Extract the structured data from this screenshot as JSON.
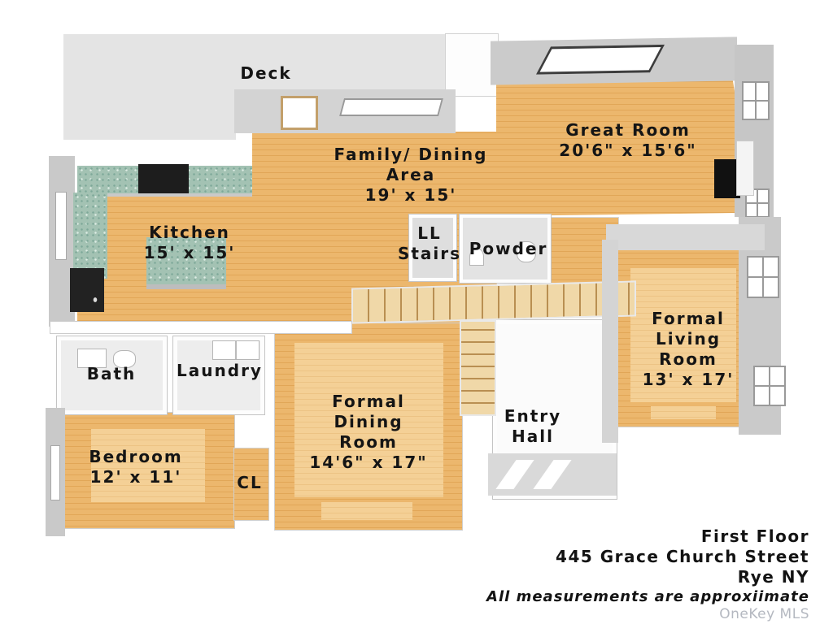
{
  "colors": {
    "wood_floor": "#ecb76d",
    "wood_floor_light": "#f4d096",
    "deck_gray": "#e4e4e4",
    "wall_gray": "#cccccc",
    "counter_granite": "#a3c2b3",
    "label_text": "#151515",
    "watermark_gray": "#b4b8c0"
  },
  "rooms": {
    "deck": {
      "name": "Deck"
    },
    "family_dining": {
      "name": "Family/ Dining",
      "name2": "Area",
      "dims": "19' x 15'"
    },
    "great_room": {
      "name": "Great Room",
      "dims": "20'6\" x 15'6\""
    },
    "kitchen": {
      "name": "Kitchen",
      "dims": "15' x 15'"
    },
    "ll_stairs": {
      "name": "LL",
      "name2": "Stairs"
    },
    "powder": {
      "name": "Powder"
    },
    "formal_living": {
      "name": "Formal",
      "name2": "Living",
      "name3": "Room",
      "dims": "13' x 17'"
    },
    "bath": {
      "name": "Bath"
    },
    "laundry": {
      "name": "Laundry"
    },
    "formal_dining": {
      "name": "Formal",
      "name2": "Dining",
      "name3": "Room",
      "dims": "14'6\" x 17\""
    },
    "entry_hall": {
      "name": "Entry",
      "name2": "Hall"
    },
    "bedroom": {
      "name": "Bedroom",
      "dims": "12' x 11'"
    },
    "closet": {
      "name": "CL"
    }
  },
  "footer": {
    "floor": "First Floor",
    "address": "445 Grace Church Street",
    "city": "Rye NY",
    "disclaimer": "All measurements are approxiimate",
    "watermark": "OneKey MLS"
  }
}
